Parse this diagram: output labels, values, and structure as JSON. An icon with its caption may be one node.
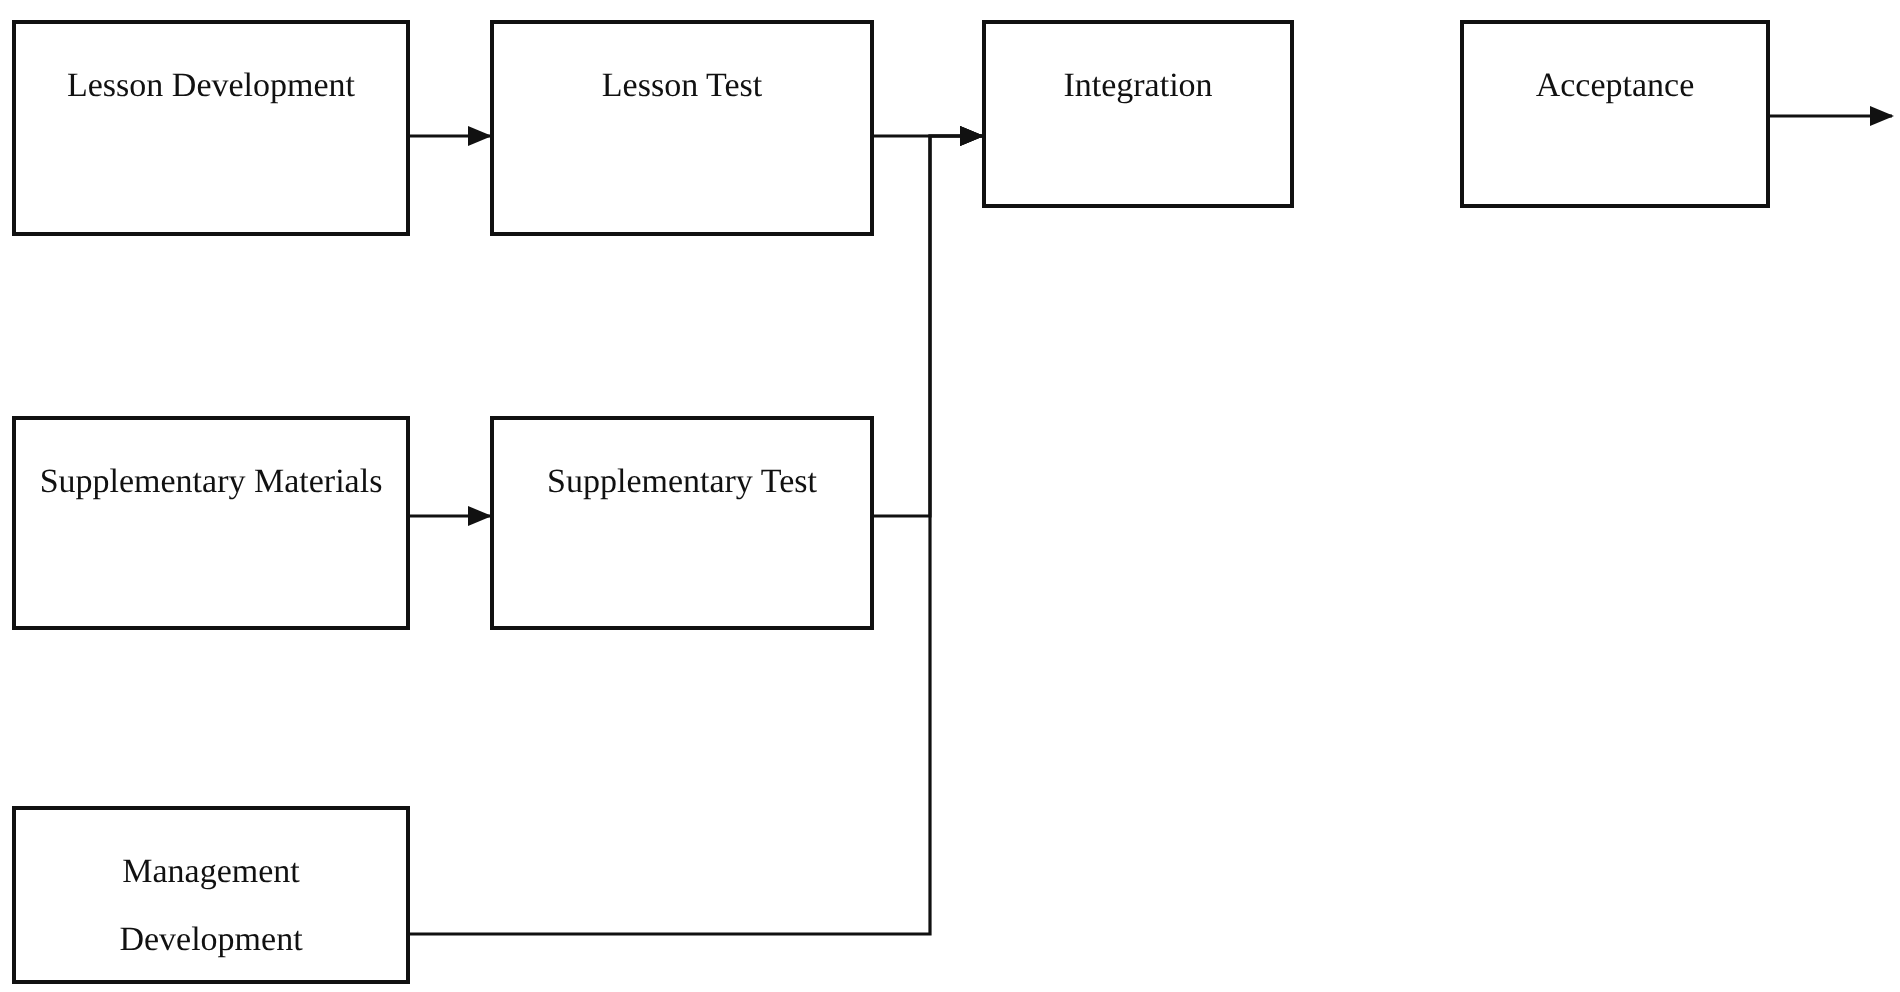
{
  "diagram": {
    "nodes": [
      {
        "text": [
          "Lesson Development"
        ]
      },
      {
        "text": [
          "Lesson Test"
        ]
      },
      {
        "text": [
          "Integration"
        ]
      },
      {
        "text": [
          "Acceptance"
        ]
      },
      {
        "text": [
          "Supplementary Materials"
        ]
      },
      {
        "text": [
          "Supplementary Test"
        ]
      },
      {
        "text": [
          "Management Development"
        ]
      }
    ],
    "edges": [
      {
        "from": 0,
        "to": 1,
        "arrow": "to"
      },
      {
        "from": 1,
        "to": 2,
        "arrow": "to"
      },
      {
        "from": 5,
        "to": 2,
        "arrow": "to"
      },
      {
        "from": 6,
        "to": 2,
        "arrow": "to"
      },
      {
        "from": 4,
        "to": 5,
        "arrow": "to"
      },
      {
        "from": 3,
        "to": null,
        "arrow": "to"
      }
    ]
  }
}
